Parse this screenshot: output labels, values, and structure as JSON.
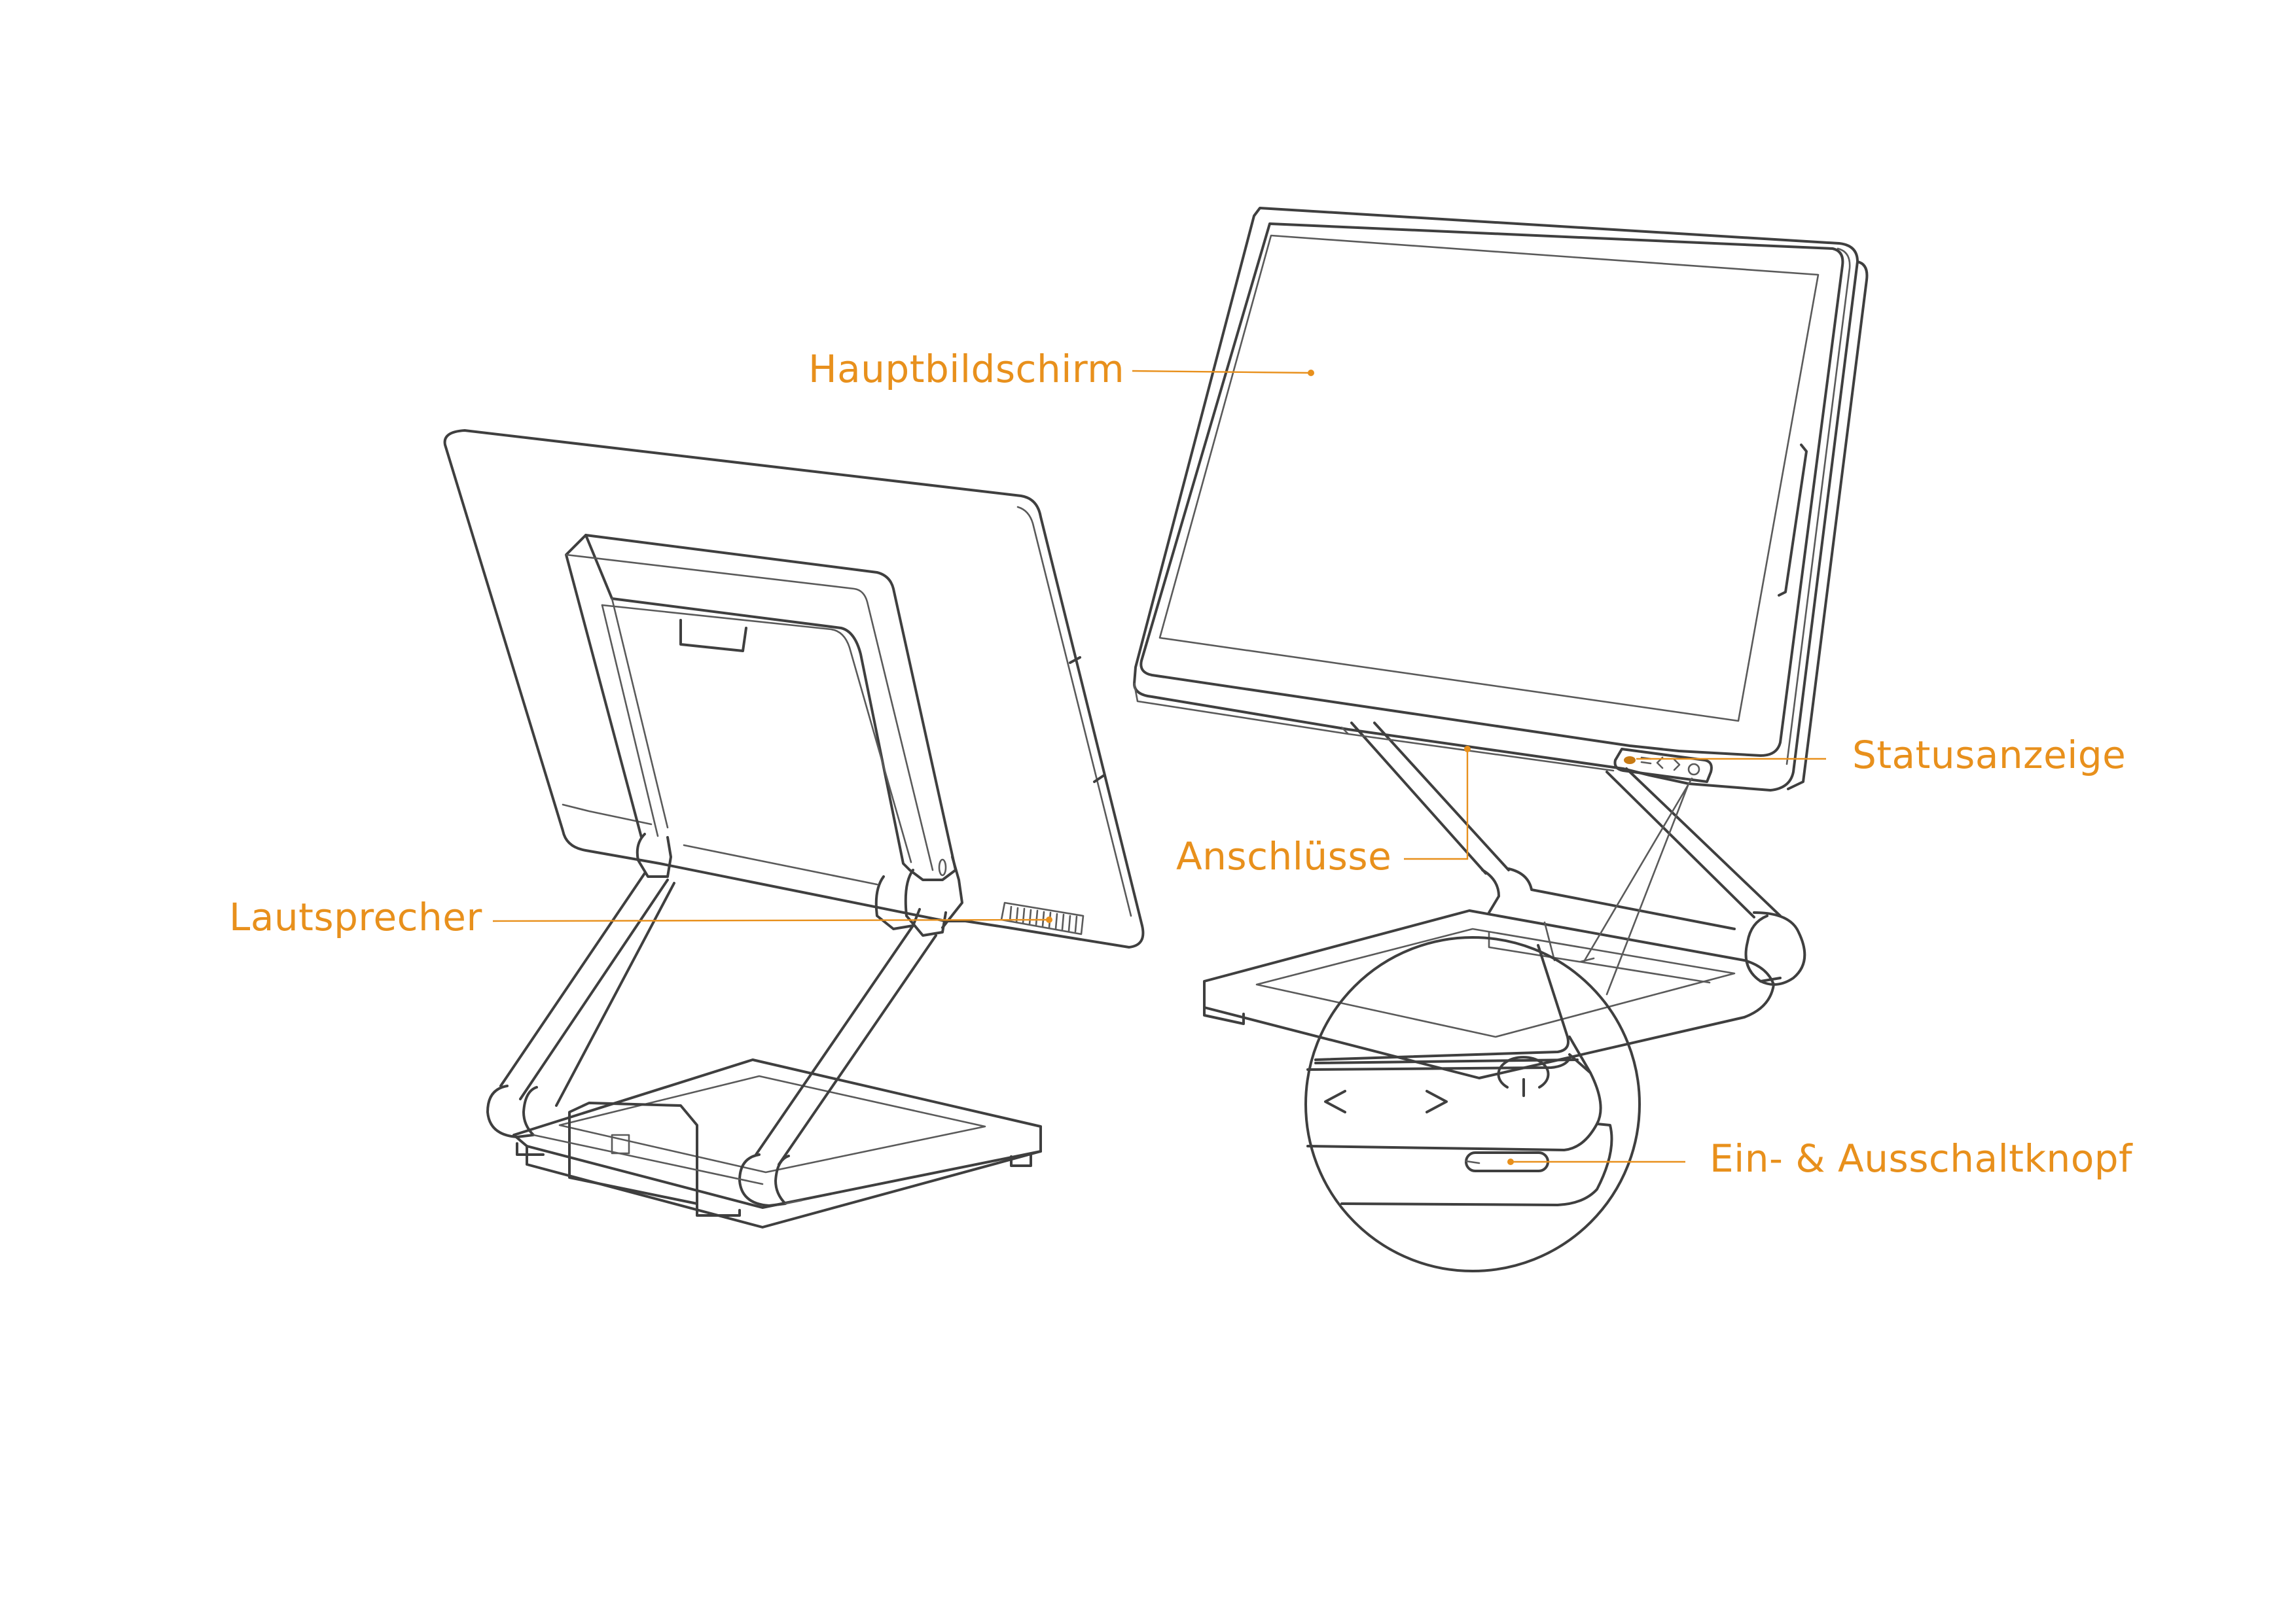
{
  "colors": {
    "accent": "#e8901c",
    "outline": "#3f3f3f",
    "background": "#ffffff"
  },
  "labels": {
    "main_screen": "Hauptbildschirm",
    "status_indicator": "Statusanzeige",
    "ports": "Anschlüsse",
    "speaker": "Lautsprecher",
    "power_button": "Ein- & Ausschaltknopf"
  },
  "icons": {
    "prev": "chevron-left-icon",
    "next": "chevron-right-icon",
    "power": "power-icon"
  }
}
